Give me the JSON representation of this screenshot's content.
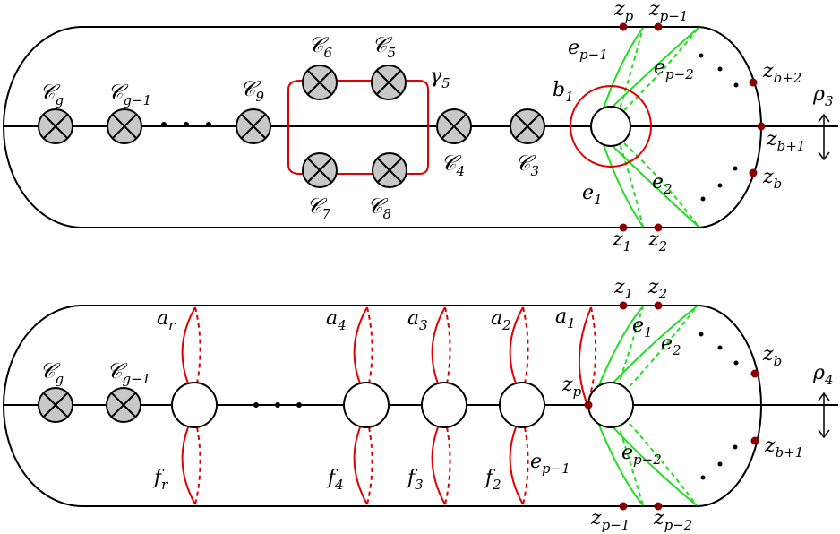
{
  "top": {
    "crosscaps": {
      "g": {
        "main": "𝒞",
        "sub": "g"
      },
      "g1": {
        "main": "𝒞",
        "sub": "g−1"
      },
      "c9": {
        "main": "𝒞",
        "sub": "9"
      },
      "c6": {
        "main": "𝒞",
        "sub": "6"
      },
      "c5": {
        "main": "𝒞",
        "sub": "5"
      },
      "c7": {
        "main": "𝒞",
        "sub": "7"
      },
      "c8": {
        "main": "𝒞",
        "sub": "8"
      },
      "c4": {
        "main": "𝒞",
        "sub": "4"
      },
      "c3": {
        "main": "𝒞",
        "sub": "3"
      }
    },
    "curves": {
      "gamma5": {
        "main": "γ",
        "sub": "5"
      },
      "b1": {
        "main": "b",
        "sub": "1"
      },
      "ep1": {
        "main": "e",
        "sub": "p−1"
      },
      "ep2": {
        "main": "e",
        "sub": "p−2"
      },
      "e1": {
        "main": "e",
        "sub": "1"
      },
      "e2": {
        "main": "e",
        "sub": "2"
      }
    },
    "points": {
      "zp": {
        "main": "z",
        "sub": "p"
      },
      "zp1": {
        "main": "z",
        "sub": "p−1"
      },
      "zb2": {
        "main": "z",
        "sub": "b+2"
      },
      "zb1": {
        "main": "z",
        "sub": "b+1"
      },
      "zb": {
        "main": "z",
        "sub": "b"
      },
      "z1": {
        "main": "z",
        "sub": "1"
      },
      "z2": {
        "main": "z",
        "sub": "2"
      }
    },
    "rotation": {
      "main": "ρ",
      "sub": "3"
    }
  },
  "bottom": {
    "crosscaps": {
      "g": {
        "main": "𝒞",
        "sub": "g"
      },
      "g1": {
        "main": "𝒞",
        "sub": "g−1"
      }
    },
    "curves": {
      "ar": {
        "main": "a",
        "sub": "r"
      },
      "a4": {
        "main": "a",
        "sub": "4"
      },
      "a3": {
        "main": "a",
        "sub": "3"
      },
      "a2": {
        "main": "a",
        "sub": "2"
      },
      "a1": {
        "main": "a",
        "sub": "1"
      },
      "fr": {
        "main": "f",
        "sub": "r"
      },
      "f4": {
        "main": "f",
        "sub": "4"
      },
      "f3": {
        "main": "f",
        "sub": "3"
      },
      "f2": {
        "main": "f",
        "sub": "2"
      },
      "e1": {
        "main": "e",
        "sub": "1"
      },
      "e2": {
        "main": "e",
        "sub": "2"
      },
      "ep1": {
        "main": "e",
        "sub": "p−1"
      },
      "ep2": {
        "main": "e",
        "sub": "p−2"
      }
    },
    "points": {
      "z1": {
        "main": "z",
        "sub": "1"
      },
      "z2": {
        "main": "z",
        "sub": "2"
      },
      "zb": {
        "main": "z",
        "sub": "b"
      },
      "zb1": {
        "main": "z",
        "sub": "b+1"
      },
      "zp": {
        "main": "z",
        "sub": "p"
      },
      "zp1": {
        "main": "z",
        "sub": "p−1"
      },
      "zp2": {
        "main": "z",
        "sub": "p−2"
      }
    },
    "rotation": {
      "main": "ρ",
      "sub": "4"
    }
  },
  "colors": {
    "curve_red": "#e00000",
    "curve_green": "#22dd22",
    "marked_point": "#8b0000",
    "crosscap_fill": "#c8c8c8"
  }
}
